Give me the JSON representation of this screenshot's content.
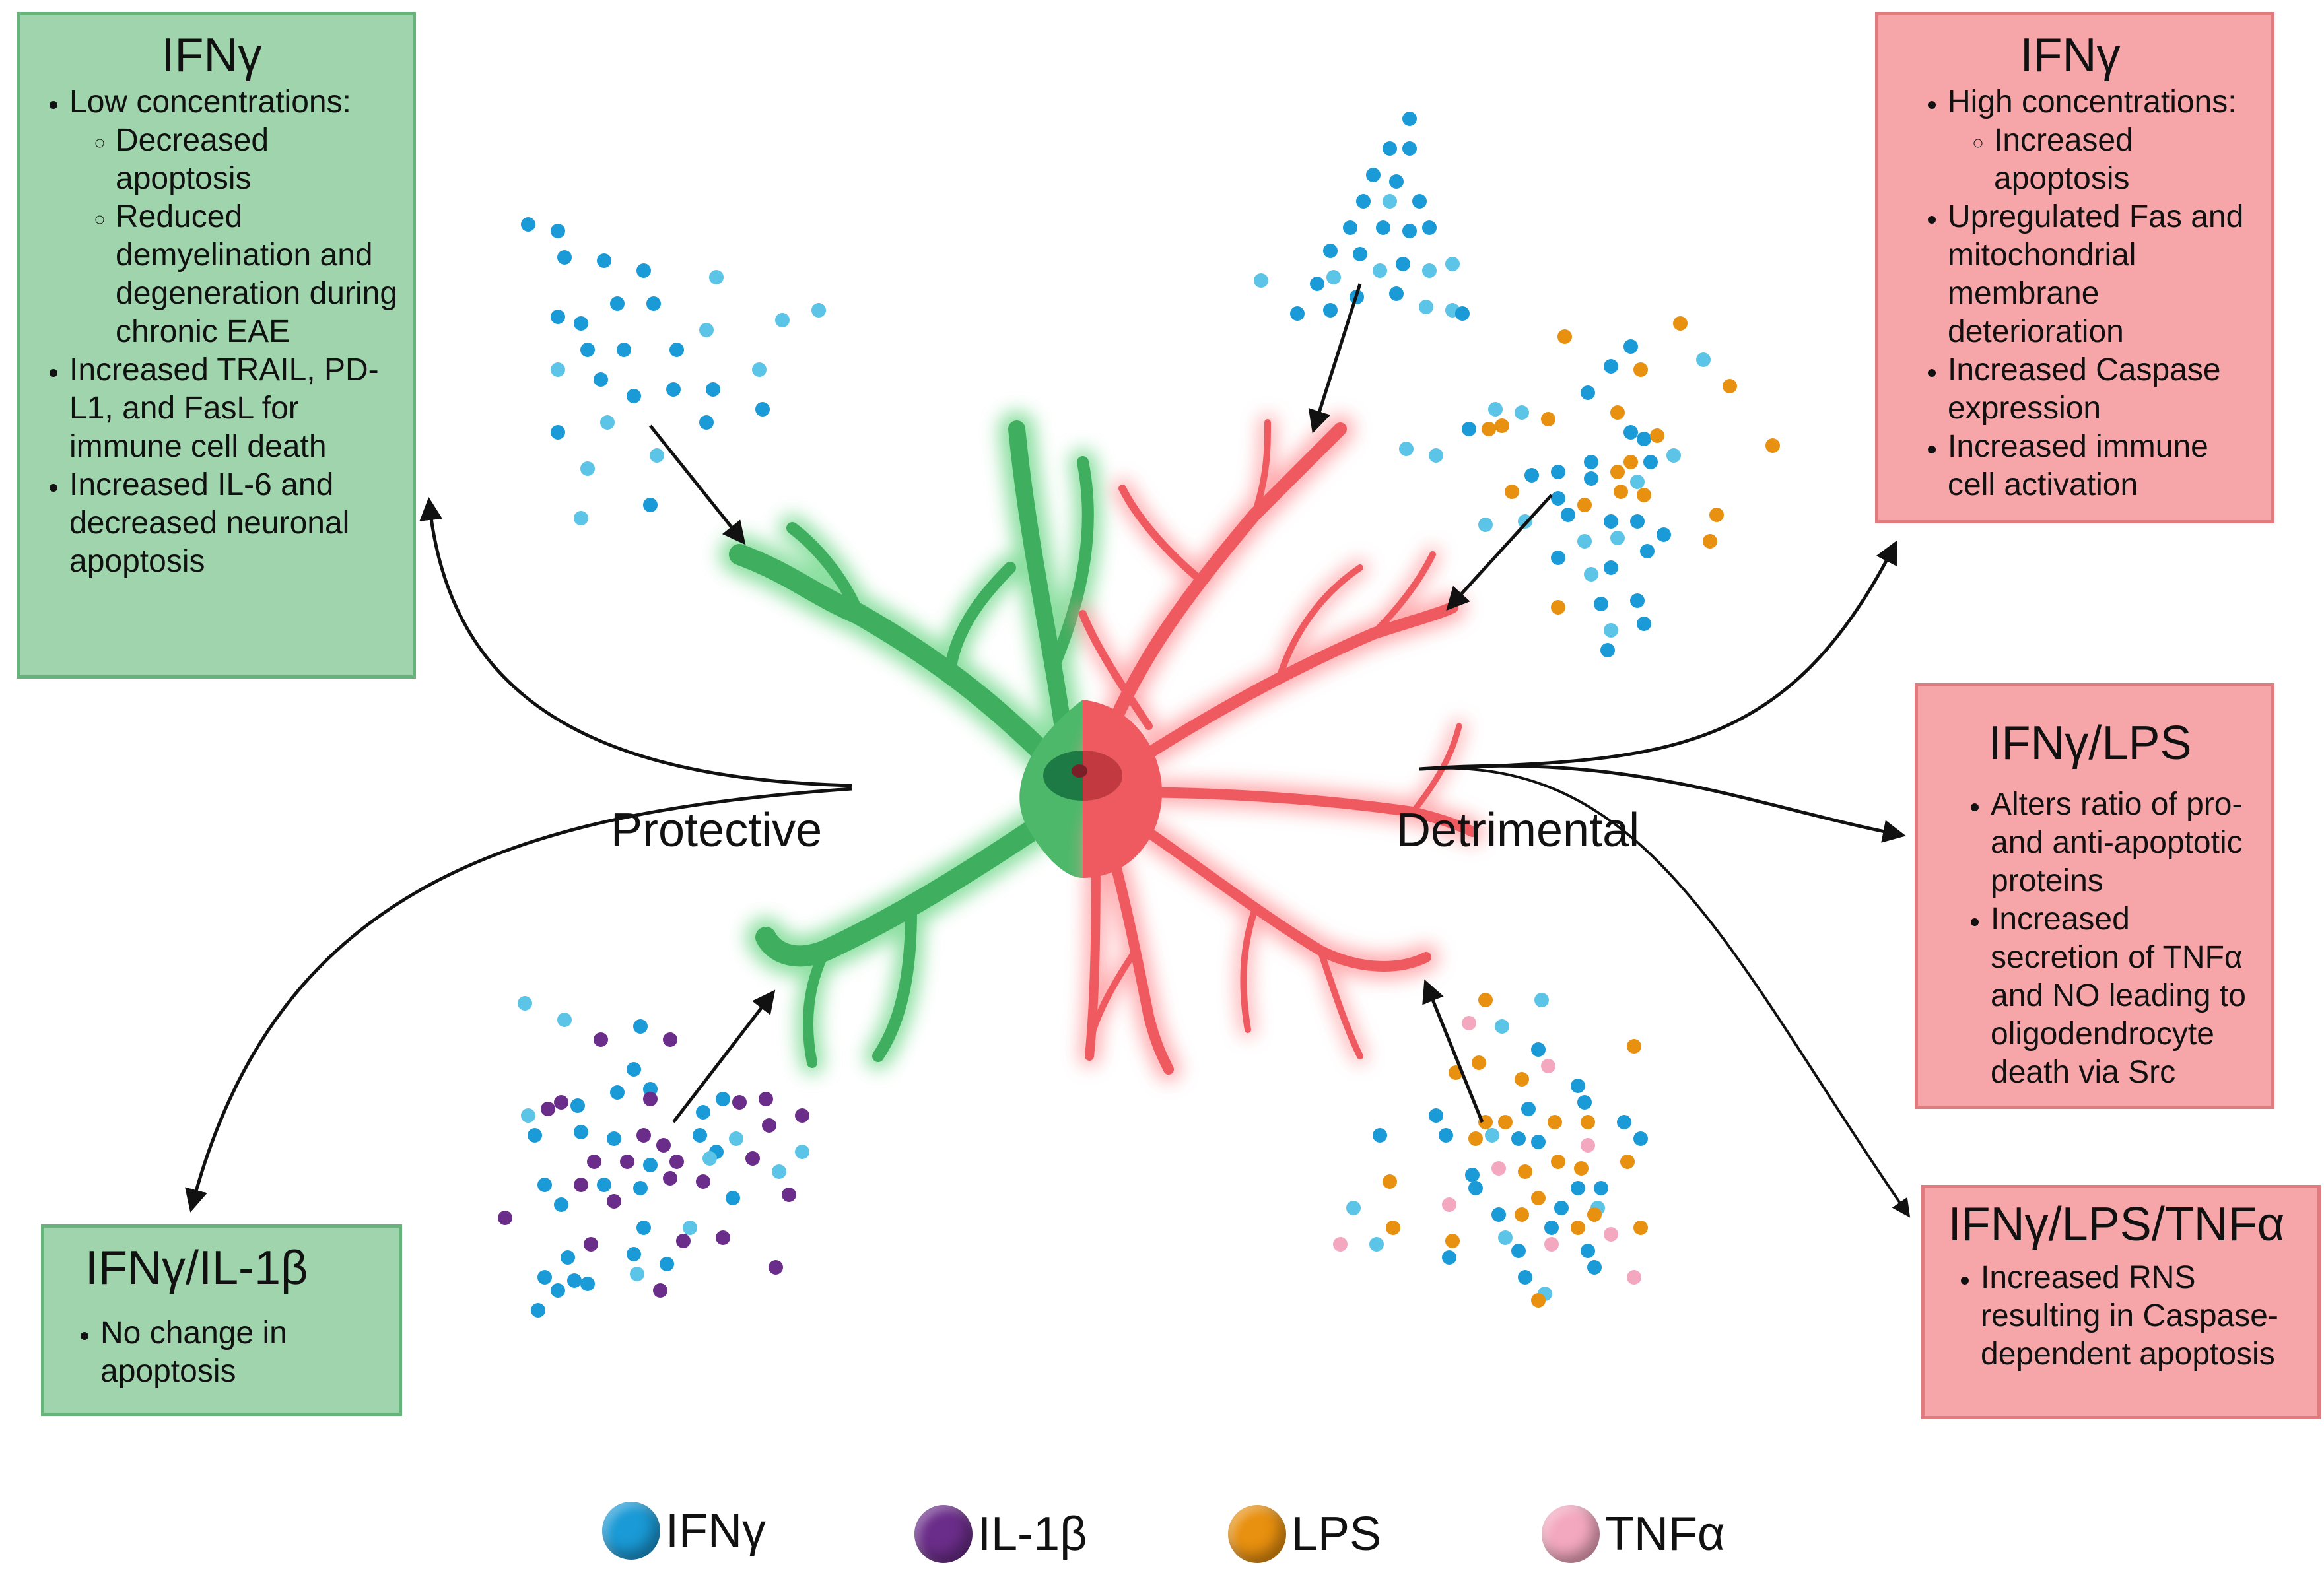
{
  "boxes": {
    "protective_ifng": {
      "title": "IFNγ",
      "items": [
        {
          "text": "Low concentrations:",
          "sub": [
            "Decreased apoptosis",
            "Reduced demyelination and degeneration during chronic EAE"
          ]
        },
        {
          "text": "Increased TRAIL, PD-L1, and FasL for immune cell death",
          "sub": []
        },
        {
          "text": "Increased IL-6 and decreased neuronal apoptosis",
          "sub": []
        }
      ]
    },
    "protective_ifng_il1b": {
      "title": "IFNγ/IL-1β",
      "items": [
        {
          "text": "No change in apoptosis",
          "sub": []
        }
      ]
    },
    "detrimental_ifng": {
      "title": "IFNγ",
      "items": [
        {
          "text": "High concentrations:",
          "sub": [
            "Increased apoptosis"
          ]
        },
        {
          "text": "Upregulated Fas and mitochondrial membrane deterioration",
          "sub": []
        },
        {
          "text": "Increased Caspase expression",
          "sub": []
        },
        {
          "text": "Increased immune cell activation",
          "sub": []
        }
      ]
    },
    "detrimental_ifng_lps": {
      "title": "IFNγ/LPS",
      "items": [
        {
          "text": "Alters ratio of pro- and anti-apoptotic proteins",
          "sub": []
        },
        {
          "text": "Increased secretion of TNFα and NO leading to oligodendrocyte death via Src",
          "sub": []
        }
      ]
    },
    "detrimental_ifng_lps_tnfa": {
      "title": "IFNγ/LPS/TNFα",
      "items": [
        {
          "text": "Increased RNS resulting in Caspase-dependent apoptosis",
          "sub": []
        }
      ]
    }
  },
  "labels": {
    "protective": "Protective",
    "detrimental": "Detrimental"
  },
  "legend": [
    {
      "label": "IFNγ",
      "color": "#1a9ad6"
    },
    {
      "label": "IL-1β",
      "color": "#6b2d8a"
    },
    {
      "label": "LPS",
      "color": "#e8900f"
    },
    {
      "label": "TNFα",
      "color": "#f4a8c0"
    }
  ],
  "colors": {
    "protective": "#4db86a",
    "detrimental": "#ee5a5f",
    "ifng": "#1a9ad6",
    "ifng_light": "#5cc4e6",
    "il1b": "#6b2d8a",
    "lps": "#e8900f",
    "tnfa": "#f4a8c0"
  }
}
